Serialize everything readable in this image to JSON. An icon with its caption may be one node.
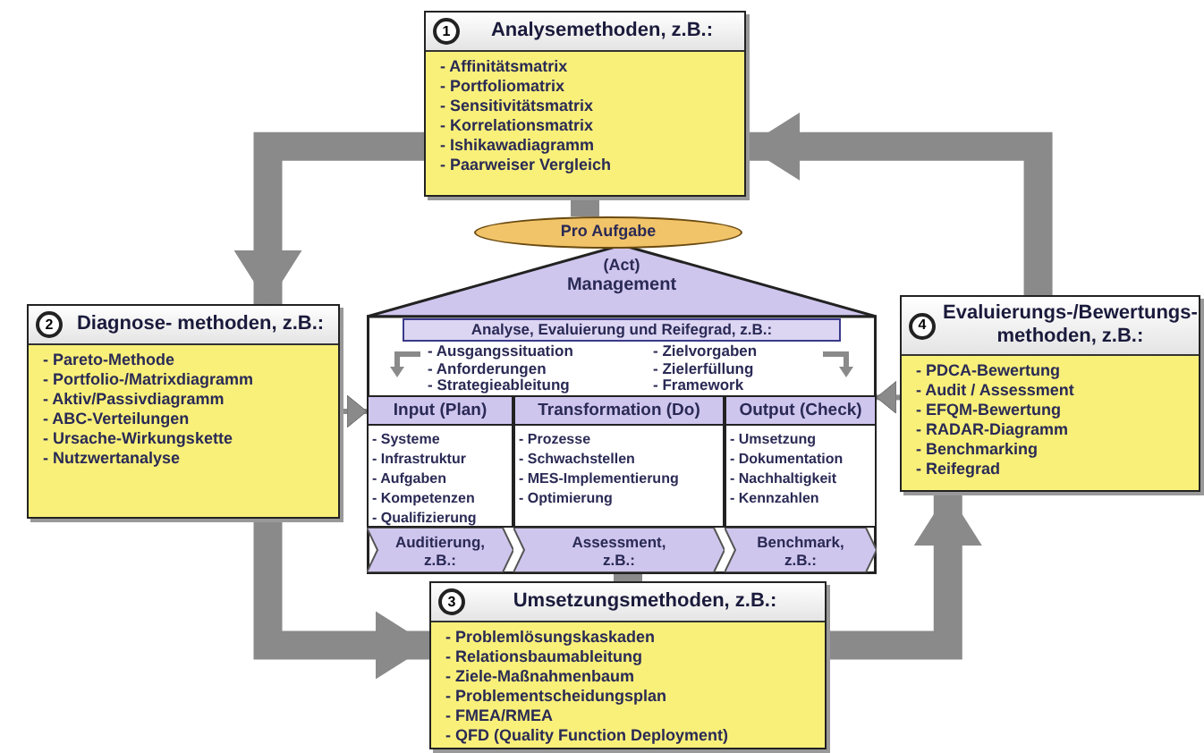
{
  "diagram": {
    "nodes": [
      {
        "text": [
          "1",
          "Analysemethoden, z.B.:",
          "- Affinitätsmatrix",
          "- Portfoliomatrix",
          "- Sensitivitätsmatrix",
          "- Korrelationsmatrix",
          "- Ishikawadiagramm",
          "- Paarweiser Vergleich"
        ]
      },
      {
        "text": [
          "2",
          "Diagnose- methoden, z.B.:",
          "- Pareto-Methode",
          "- Portfolio-/Matrixdiagramm",
          "- Aktiv/Passivdiagramm",
          "- ABC-Verteilungen",
          "- Ursache-Wirkungskette",
          "- Nutzwertanalyse"
        ]
      },
      {
        "text": [
          "4",
          "Evaluierungs-/Bewertungs- methoden, z.B.:",
          "- PDCA-Bewertung",
          "- Audit / Assessment",
          "- EFQM-Bewertung",
          "- RADAR-Diagramm",
          "- Benchmarking",
          "- Reifegrad"
        ]
      },
      {
        "text": [
          "3",
          "Umsetzungsmethoden, z.B.:",
          "- Problemlösungskaskaden",
          "- Relationsbaumableitung",
          "- Ziele-Maßnahmenbaum",
          "- Problementscheidungsplan",
          "- FMEA/RMEA",
          "- QFD (Quality Function Deployment)"
        ]
      },
      {
        "text": [
          "Pro Aufgabe"
        ]
      },
      {
        "text": [
          "(Act)",
          "Management",
          "- Ausgangssituation",
          "- Anforderungen",
          "- Strategieableitung",
          "- Zielvorgaben",
          "- Zielerfüllung",
          "- Framework"
        ]
      },
      {
        "text": [
          "Analyse, Evaluierung und Reifegrad, z.B.:"
        ],
        "in": 5
      },
      {
        "text": [
          "Input (Plan)",
          "- Systeme",
          "- Infrastruktur",
          "- Aufgaben",
          "- Kompetenzen",
          "- Qualifizierung"
        ],
        "in": 5
      },
      {
        "text": [
          "Transformation (Do)",
          "- Prozesse",
          "- Schwachstellen",
          "- MES-Implementierung",
          "- Optimierung"
        ],
        "in": 5
      },
      {
        "text": [
          "Output (Check)",
          "- Umsetzung",
          "- Dokumentation",
          "- Nachhaltigkeit",
          "- Kennzahlen"
        ],
        "in": 5
      },
      {
        "text": [
          "Auditierung, z.B.:"
        ],
        "in": 5
      },
      {
        "text": [
          "Assessment, z.B.:"
        ],
        "in": 5
      },
      {
        "text": [
          "Benchmark, z.B.:"
        ],
        "in": 5
      }
    ],
    "edges": [
      {
        "from": 0,
        "to": 1,
        "arrow": "to"
      },
      {
        "from": 1,
        "to": 3,
        "arrow": "to"
      },
      {
        "from": 3,
        "to": 2,
        "arrow": "to"
      },
      {
        "from": 2,
        "to": 0,
        "arrow": "to"
      },
      {
        "from": 0,
        "to": 4,
        "arrow": "none"
      },
      {
        "from": 1,
        "to": 5,
        "arrow": "to"
      },
      {
        "from": 2,
        "to": 5,
        "arrow": "to"
      },
      {
        "from": 3,
        "to": 5,
        "arrow": "none"
      }
    ]
  }
}
